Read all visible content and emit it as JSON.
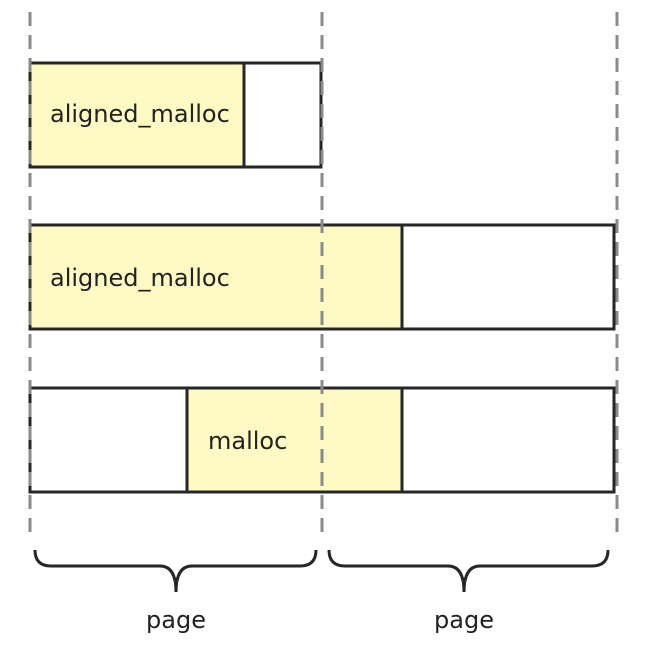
{
  "colors": {
    "block_fill": "#fff9c4",
    "outline": "#262626",
    "divider": "#8a8a8a",
    "text": "#222222"
  },
  "rows": [
    {
      "label": "aligned_malloc"
    },
    {
      "label": "aligned_malloc"
    },
    {
      "label": "malloc"
    }
  ],
  "pages": [
    {
      "label": "page"
    },
    {
      "label": "page"
    }
  ]
}
